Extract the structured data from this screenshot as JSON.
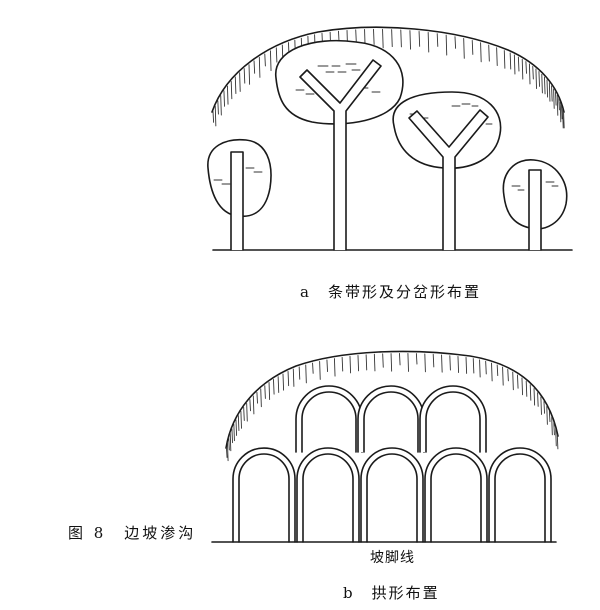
{
  "captions": {
    "panel_a": "a　条带形及分岔形布置",
    "panel_b": "b　拱形布置",
    "figure": "图 8　边坡渗沟",
    "slope_toe": "坡脚线"
  }
}
